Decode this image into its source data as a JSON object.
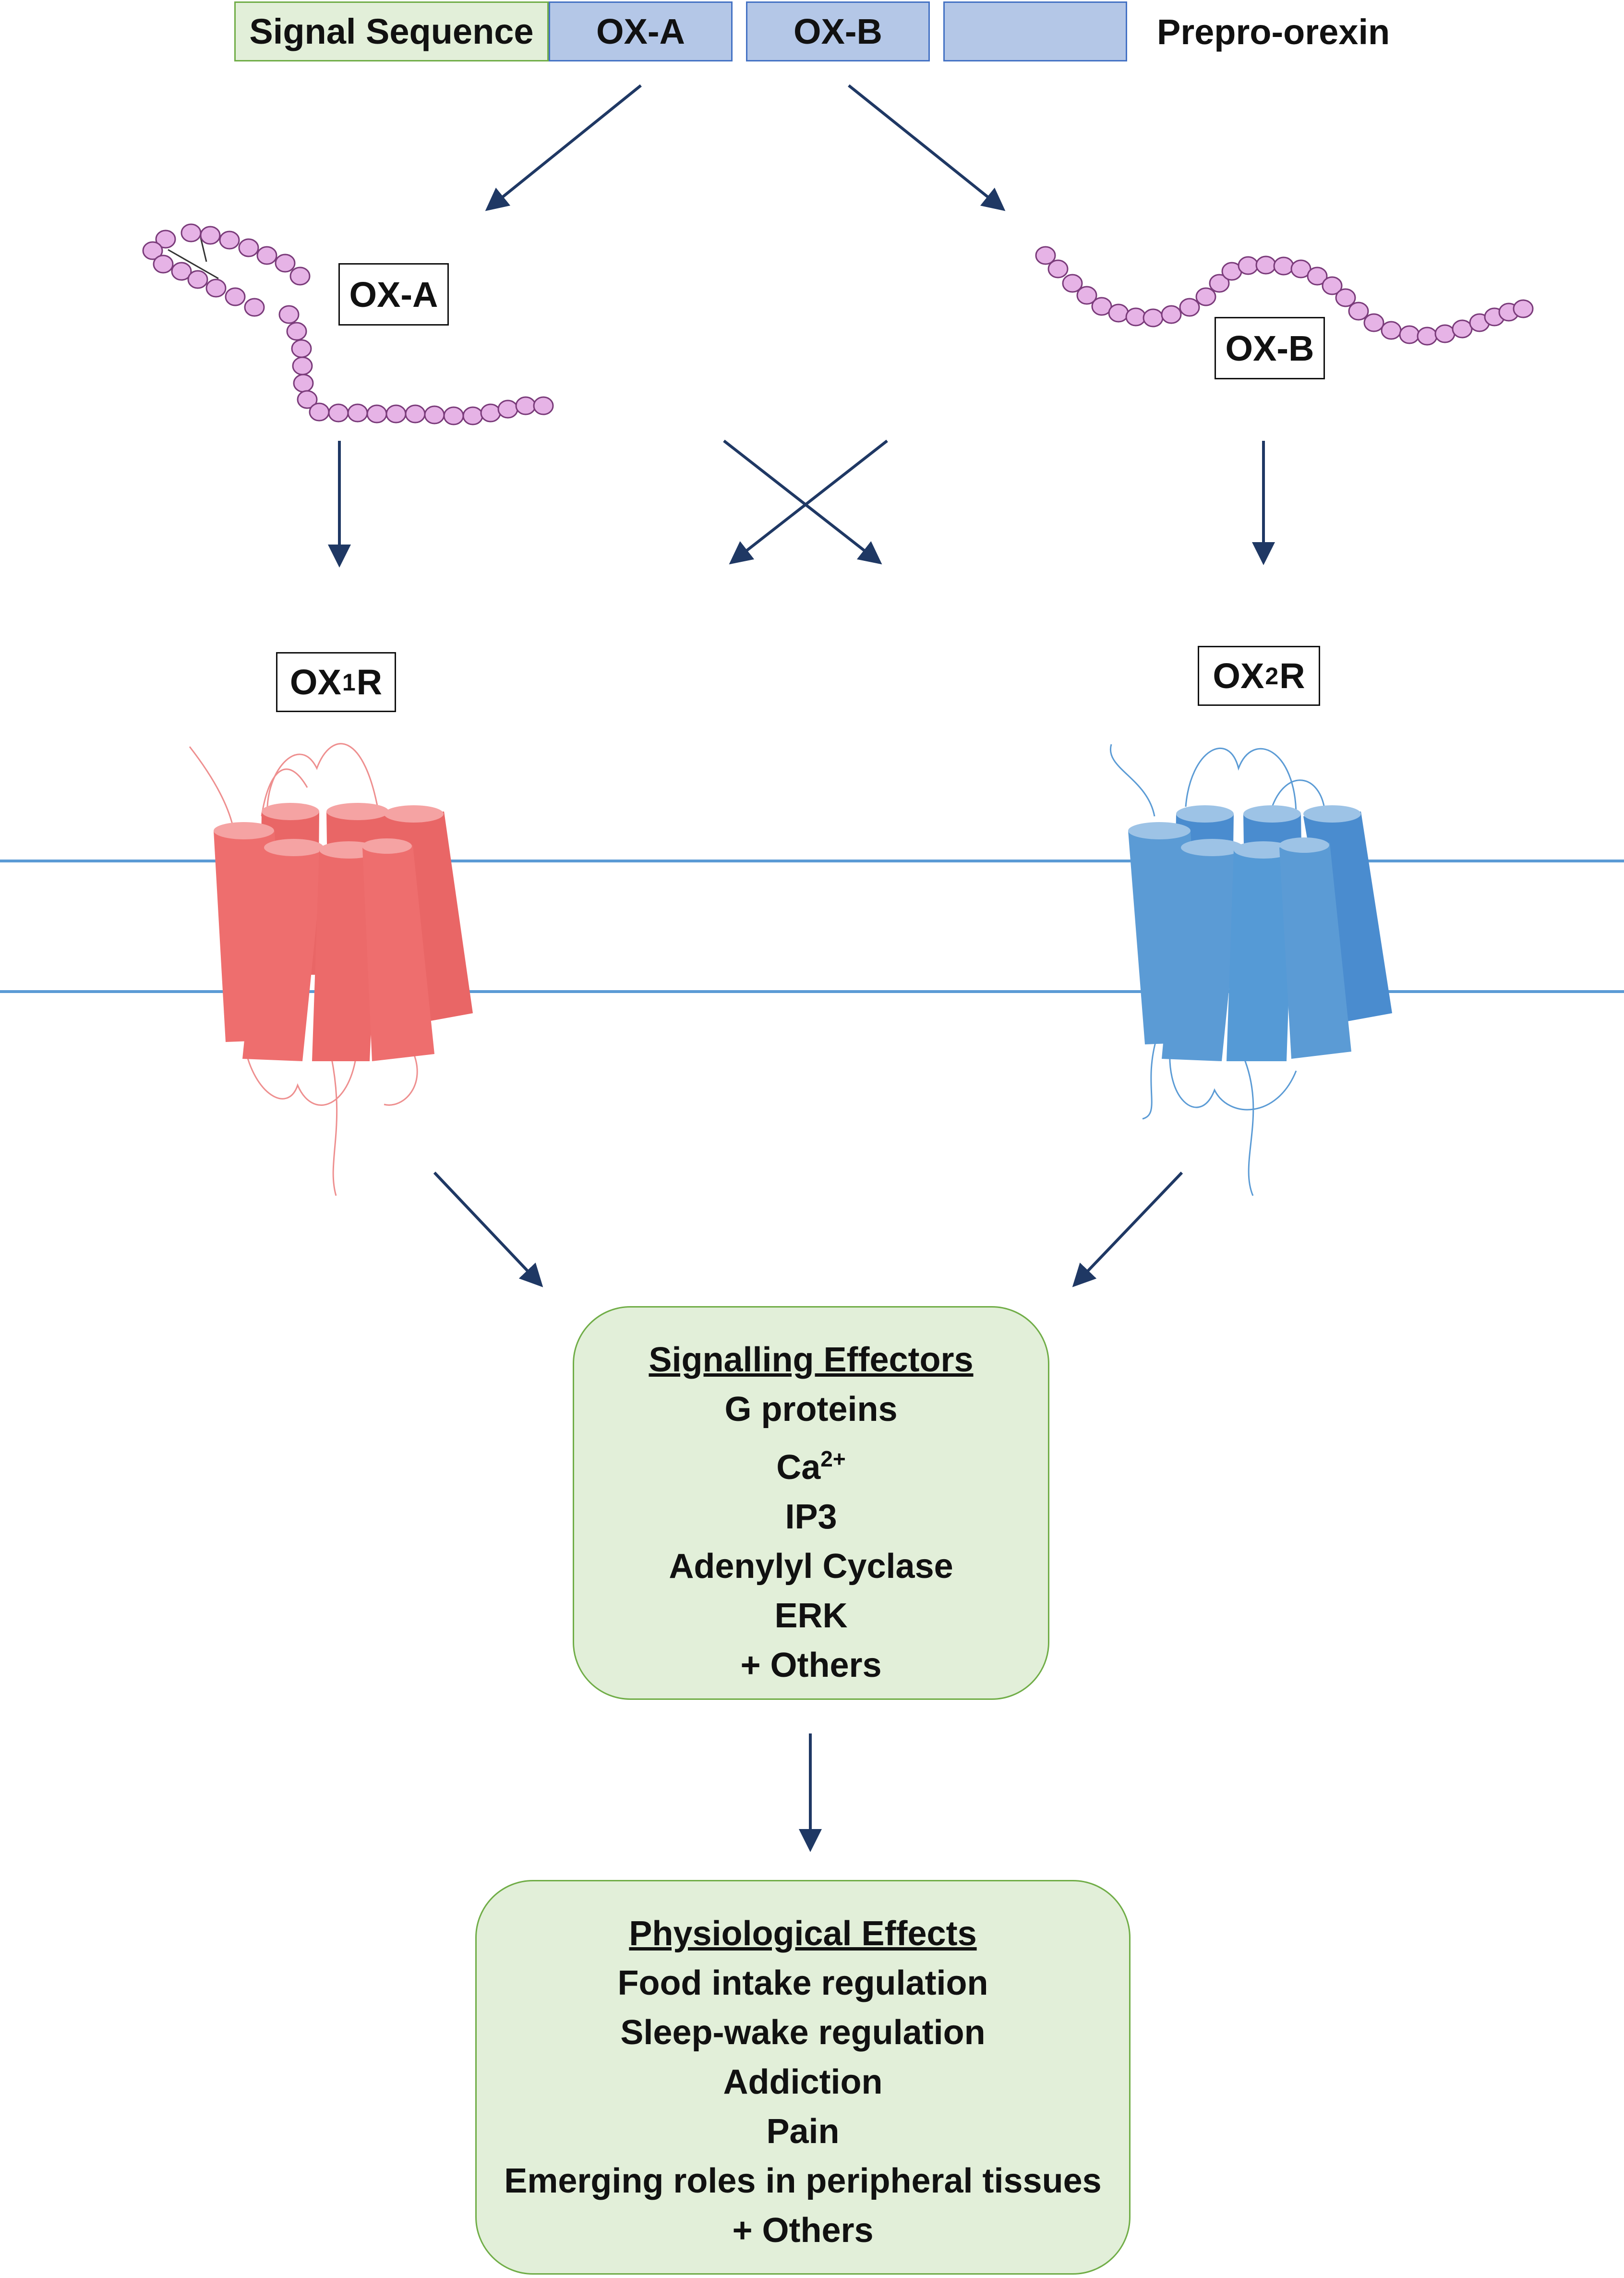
{
  "precursor": {
    "segments": {
      "signal": "Signal Sequence",
      "oxa": "OX-A",
      "oxb": "OX-B",
      "rest": ""
    },
    "label": "Prepro-orexin"
  },
  "peptides": {
    "oxa_label": "OX-A",
    "oxb_label": "OX-B"
  },
  "receptors": {
    "ox1r": {
      "main": "OX",
      "sub": "1",
      "tail": "R",
      "color": "#ee6e6e"
    },
    "ox2r": {
      "main": "OX",
      "sub": "2",
      "tail": "R",
      "color": "#5b9bd5"
    }
  },
  "signalling": {
    "title": "Signalling Effectors",
    "items": [
      "G proteins",
      "Ca",
      "IP3",
      "Adenylyl Cyclase",
      "ERK",
      "+ Others"
    ],
    "ca_superscript": "2+"
  },
  "physiological": {
    "title": "Physiological Effects",
    "items": [
      "Food intake regulation",
      "Sleep-wake regulation",
      "Addiction",
      "Pain",
      "Emerging roles in peripheral tissues",
      "+ Others"
    ]
  },
  "colors": {
    "arrow": "#1f3864",
    "membrane": "#5b9bd5",
    "bead_fill": "#e6b3e6",
    "bead_stroke": "#7a3b7a",
    "box_fill": "#e2efd9",
    "box_border": "#70ad47",
    "segment_fill": "#b4c7e7"
  }
}
